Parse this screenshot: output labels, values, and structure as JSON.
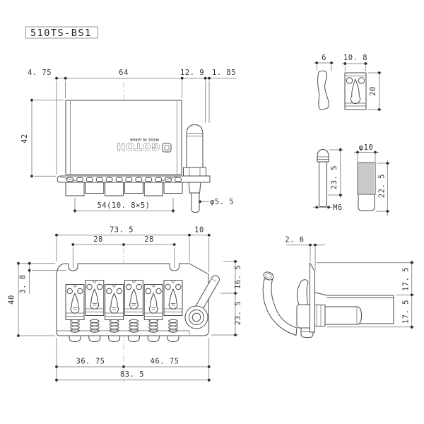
{
  "title": "510TS-BS1",
  "logo": {
    "brand": "GOTOH",
    "made_in": "MADE IN JAPAN"
  },
  "colors": {
    "line": "#4a4a4a",
    "dimension": "#6e6e6e",
    "text": "#333333",
    "background": "#ffffff"
  },
  "rear_view": {
    "edge_to_plate": "4. 75",
    "plate_width": "64",
    "plate_to_arm": "12. 9",
    "arm_offset": "1. 85",
    "plate_height": "42",
    "string_spread": "54(10. 8×5)",
    "arm_rod_dia": "φ5. 5"
  },
  "saddle_part": {
    "thickness": "6",
    "width": "10. 8",
    "length": "20"
  },
  "stud_part": {
    "length": "23. 5",
    "thread": "M6"
  },
  "bushing_part": {
    "dia": "φ10",
    "length": "22. 5"
  },
  "front_view": {
    "width_top": "73. 5",
    "width_right": "10",
    "stud_left": "28",
    "stud_right": "28",
    "notch_depth": "3. 8",
    "height": "40",
    "arm_tip_height": "16. 5",
    "arm_pivot_height": "23. 5",
    "left_to_center": "36. 75",
    "center_to_right": "46. 75",
    "total_width": "83. 5"
  },
  "side_view": {
    "plate_thickness": "2. 6",
    "upper": "17. 5",
    "lower": "17. 5"
  }
}
